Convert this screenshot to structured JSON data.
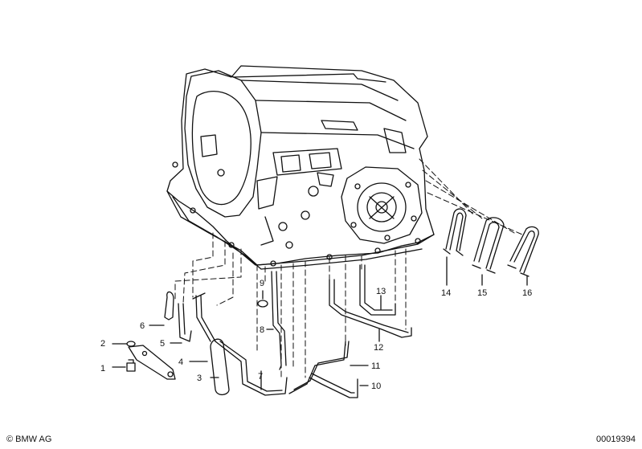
{
  "callouts": {
    "c1": "1",
    "c2": "2",
    "c3": "3",
    "c4": "4",
    "c5": "5",
    "c6": "6",
    "c7": "7",
    "c8": "8",
    "c9": "9",
    "c10": "10",
    "c11": "11",
    "c12": "12",
    "c13": "13",
    "c14": "14",
    "c15": "15",
    "c16": "16"
  },
  "footer": {
    "copyright": "© BMW AG",
    "doc_number": "00019394"
  },
  "colors": {
    "line": "#111111",
    "background": "#ffffff"
  }
}
